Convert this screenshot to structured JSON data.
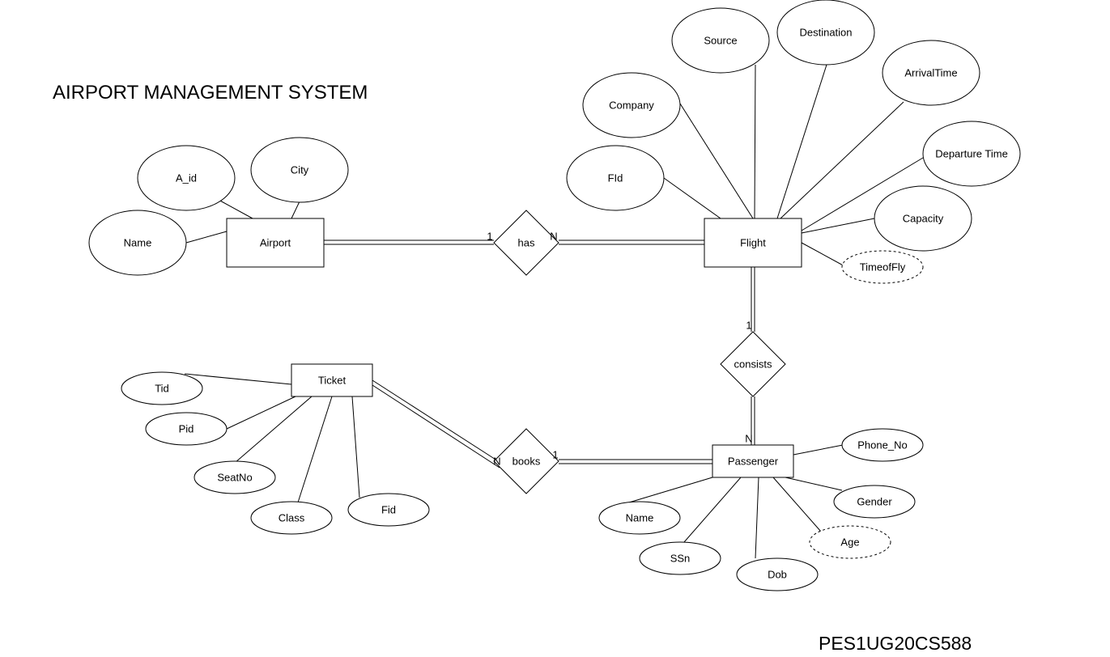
{
  "title": "AIRPORT MANAGEMENT SYSTEM",
  "footer_id": "PES1UG20CS588",
  "stroke_color": "#000000",
  "entities": {
    "airport": "Airport",
    "flight": "Flight",
    "ticket": "Ticket",
    "passenger": "Passenger"
  },
  "relationships": {
    "has": "has",
    "consists": "consists",
    "books": "books"
  },
  "cardinality": {
    "has_airport": "1",
    "has_flight": "N",
    "consists_flight": "1",
    "consists_passenger": "N",
    "books_ticket": "N",
    "books_passenger": "1"
  },
  "attributes": {
    "airport": {
      "a_id": "A_id",
      "city": "City",
      "name": "Name"
    },
    "flight": {
      "source": "Source",
      "destination": "Destination",
      "arrival_time": "ArrivalTime",
      "company": "Company",
      "departure_time": "Departure Time",
      "fid": "FId",
      "capacity": "Capacity",
      "time_of_fly": "TimeofFly"
    },
    "ticket": {
      "tid": "Tid",
      "pid": "Pid",
      "seat_no": "SeatNo",
      "class": "Class",
      "fid": "Fid"
    },
    "passenger": {
      "phone_no": "Phone_No",
      "gender": "Gender",
      "name": "Name",
      "age": "Age",
      "ssn": "SSn",
      "dob": "Dob"
    }
  },
  "derived_attributes": [
    "TimeofFly",
    "Age"
  ]
}
